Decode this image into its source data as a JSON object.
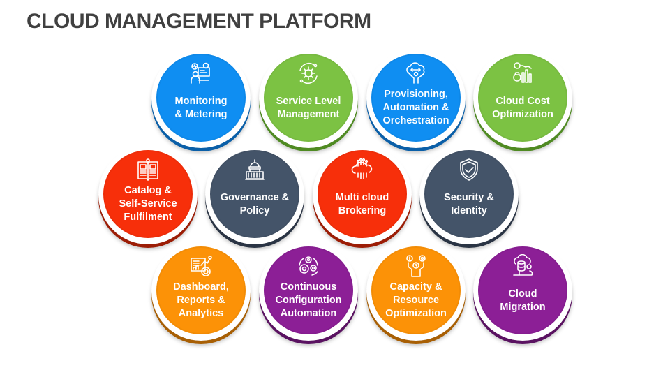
{
  "title": "CLOUD MANAGEMENT PLATFORM",
  "colors": {
    "blue": "#0f8ef2",
    "green": "#7cc243",
    "red": "#f72f0a",
    "slate": "#445469",
    "orange": "#fc9207",
    "purple": "#8c1f96",
    "title_text": "#404040"
  },
  "nodes": [
    {
      "id": "monitoring",
      "label": "Monitoring\n& Metering",
      "icon": "monitor-person-icon",
      "color": "blue"
    },
    {
      "id": "service-level",
      "label": "Service Level\nManagement",
      "icon": "gear-cycle-icon",
      "color": "green"
    },
    {
      "id": "provisioning",
      "label": "Provisioning,\nAutomation &\nOrchestration",
      "icon": "cloud-hand-icon",
      "color": "blue"
    },
    {
      "id": "cost-optimization",
      "label": "Cloud Cost\nOptimization",
      "icon": "money-chart-icon",
      "color": "green"
    },
    {
      "id": "catalog",
      "label": "Catalog &\nSelf-Service\nFulfilment",
      "icon": "open-book-icon",
      "color": "red"
    },
    {
      "id": "governance",
      "label": "Governance &\nPolicy",
      "icon": "capitol-building-icon",
      "color": "slate"
    },
    {
      "id": "multi-cloud",
      "label": "Multi cloud\nBrokering",
      "icon": "cloud-network-icon",
      "color": "red"
    },
    {
      "id": "security",
      "label": "Security &\nIdentity",
      "icon": "shield-check-icon",
      "color": "slate"
    },
    {
      "id": "dashboard",
      "label": "Dashboard,\nReports &\nAnalytics",
      "icon": "dashboard-chart-icon",
      "color": "orange"
    },
    {
      "id": "configuration",
      "label": "Continuous\nConfiguration\nAutomation",
      "icon": "gears-icon",
      "color": "purple"
    },
    {
      "id": "capacity",
      "label": "Capacity &\nResource\nOptimization",
      "icon": "person-gears-money-icon",
      "color": "orange"
    },
    {
      "id": "migration",
      "label": "Cloud\nMigration",
      "icon": "cloud-database-icon",
      "color": "purple"
    }
  ]
}
